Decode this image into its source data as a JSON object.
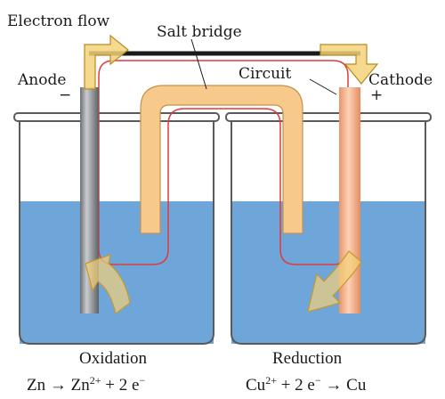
{
  "labels": {
    "electron_flow": "Electron flow",
    "salt_bridge": "Salt bridge",
    "circuit": "Circuit",
    "anode": "Anode",
    "anode_sign": "−",
    "cathode": "Cathode",
    "cathode_sign": "+"
  },
  "captions": {
    "left_title": "Oxidation",
    "left_eq_a": "Zn → Zn",
    "left_eq_sup": "2+",
    "left_eq_b": " + 2 e",
    "left_eq_sup2": "−",
    "right_title": "Reduction",
    "right_eq_a": "Cu",
    "right_eq_sup": "2+",
    "right_eq_b": " + 2 e",
    "right_eq_sup2": "−",
    "right_eq_c": " → Cu"
  },
  "colors": {
    "solution": "#6fa6da",
    "salt_bridge": "#f7c98a",
    "anode_metal": "#8a8d91",
    "cathode_metal": "#f0a77c",
    "circuit_wire": "#e03a3a",
    "electron_arrow": "#f3d27a",
    "glass": "#555555"
  }
}
